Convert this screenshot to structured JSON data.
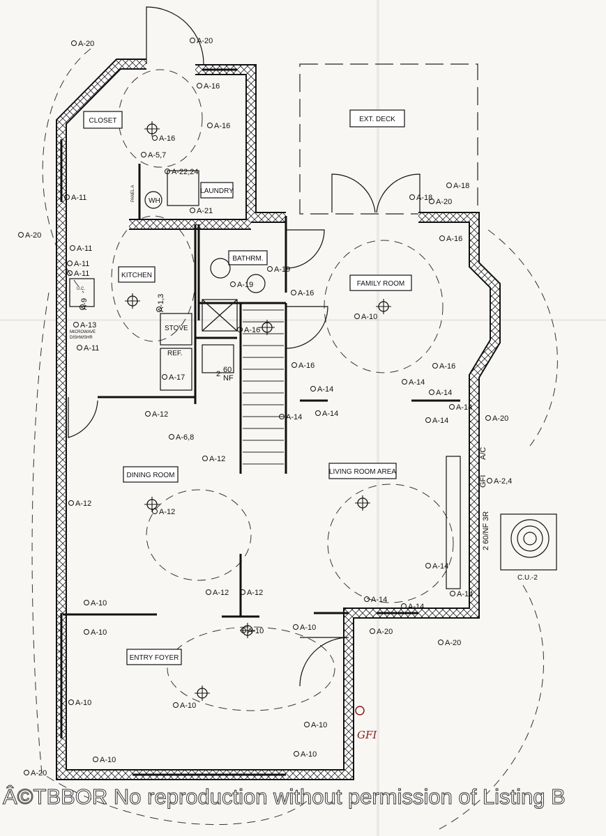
{
  "rooms": {
    "closet": "CLOSET",
    "laundry": "LAUNDRY",
    "ext_deck": "EXT. DECK",
    "kitchen": "KITCHEN",
    "bathroom": "BATHRM.",
    "family_room": "FAMILY ROOM",
    "stove": "STOVE",
    "ref": "REF.",
    "dining_room": "DINING ROOM",
    "living_room": "LIVING ROOM AREA",
    "entry_foyer": "ENTRY FOYER",
    "cu": "C.U.-2",
    "wh": "WH",
    "microwave": "MICROWAVE",
    "dishwasher": "DISHWSHR",
    "panel": "PANEL A",
    "uc": "U.C."
  },
  "panel_notes": {
    "breaker_top": "60",
    "breaker_bottom": "NF",
    "breaker_poles": "2",
    "ac": "A/C",
    "gfi": "GFI",
    "breaker2": "2 60/NF 3R"
  },
  "circuits": [
    "A-20",
    "A-20",
    "A-16",
    "A-16",
    "A-16",
    "A-5,7",
    "A-22,24",
    "A-21",
    "A-11",
    "A-20",
    "A-11",
    "A-11",
    "A-11",
    "A-19",
    "A-19",
    "A-16",
    "A-18",
    "A-18",
    "A-20",
    "A-16",
    "A-1,3",
    "A-17",
    "A-16",
    "A-16",
    "A-10",
    "A-16",
    "A-14",
    "A-14",
    "A-14",
    "A-14",
    "A-14",
    "A-14",
    "A-20",
    "A-12",
    "A-6,8",
    "A-12",
    "A-12",
    "A-12",
    "A-2,4",
    "A-14",
    "A-14",
    "A-14",
    "A-14",
    "A-12",
    "A-12",
    "A-10",
    "A-10",
    "A-10",
    "A-10",
    "A-20",
    "A-20",
    "A-10",
    "A-10",
    "A-10",
    "A-10",
    "A-10",
    "A-9",
    "A-13",
    "A-11",
    "A-14",
    "A-20"
  ],
  "handwritten_note": "GFI",
  "watermark": "Â©TBBOR No reproduction without permission of Listing B",
  "colors": {
    "ink": "#111111",
    "handwriting": "#8a1a1a",
    "paper": "#f8f7f4"
  }
}
